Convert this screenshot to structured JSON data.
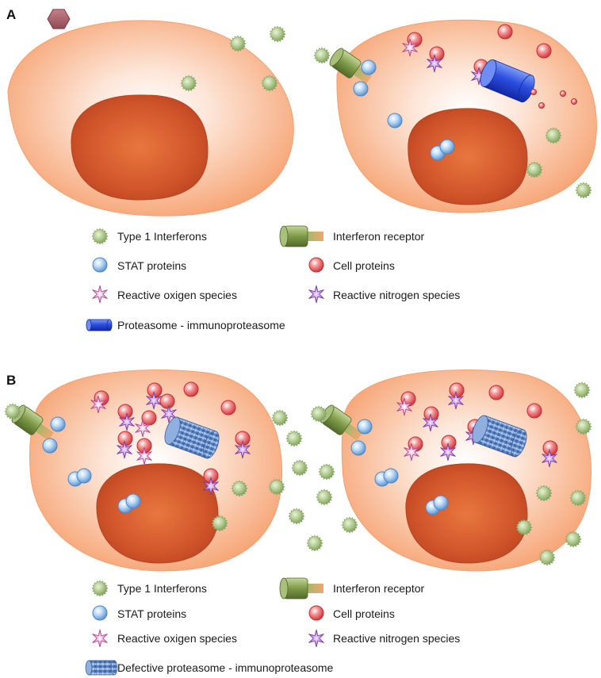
{
  "panels": {
    "a": {
      "letter": "A",
      "legend": {
        "interferons": "Type 1 Interferons",
        "receptor": "Interferon receptor",
        "stat": "STAT proteins",
        "cell_proteins": "Cell proteins",
        "ros": "Reactive oxigen species",
        "rns": "Reactive nitrogen species",
        "proteasome": "Proteasome - immunoproteasome"
      }
    },
    "b": {
      "letter": "B",
      "legend": {
        "interferons": "Type 1 Interferons",
        "receptor": "Interferon receptor",
        "stat": "STAT proteins",
        "cell_proteins": "Cell proteins",
        "ros": "Reactive oxigen species",
        "rns": "Reactive nitrogen species",
        "proteasome": "Defective proteasome - immunoproteasome"
      }
    }
  },
  "colors": {
    "cytoplasm_edge": "#f7a878",
    "cytoplasm_center": "#fff6f0",
    "nucleus": "#d2562b",
    "interferon": "#9dbb7a",
    "stat": "#8fbfee",
    "cell_protein": "#e0474a",
    "ros": "#c85aa8",
    "rns": "#9a55c4",
    "proteasome": "#2b4fe0",
    "defective_proteasome": "#6f93c8",
    "receptor": "#7e9a48"
  },
  "icons": {
    "interferons": "spiky-green-ball-icon",
    "receptor": "receptor-cylinder-icon",
    "stat": "blue-sphere-icon",
    "cell_proteins": "red-sphere-icon",
    "ros": "pink-star-icon",
    "rns": "purple-star-icon",
    "proteasome": "blue-barrel-icon",
    "defective_proteasome": "textured-barrel-icon",
    "virus": "hexagon-icon"
  }
}
